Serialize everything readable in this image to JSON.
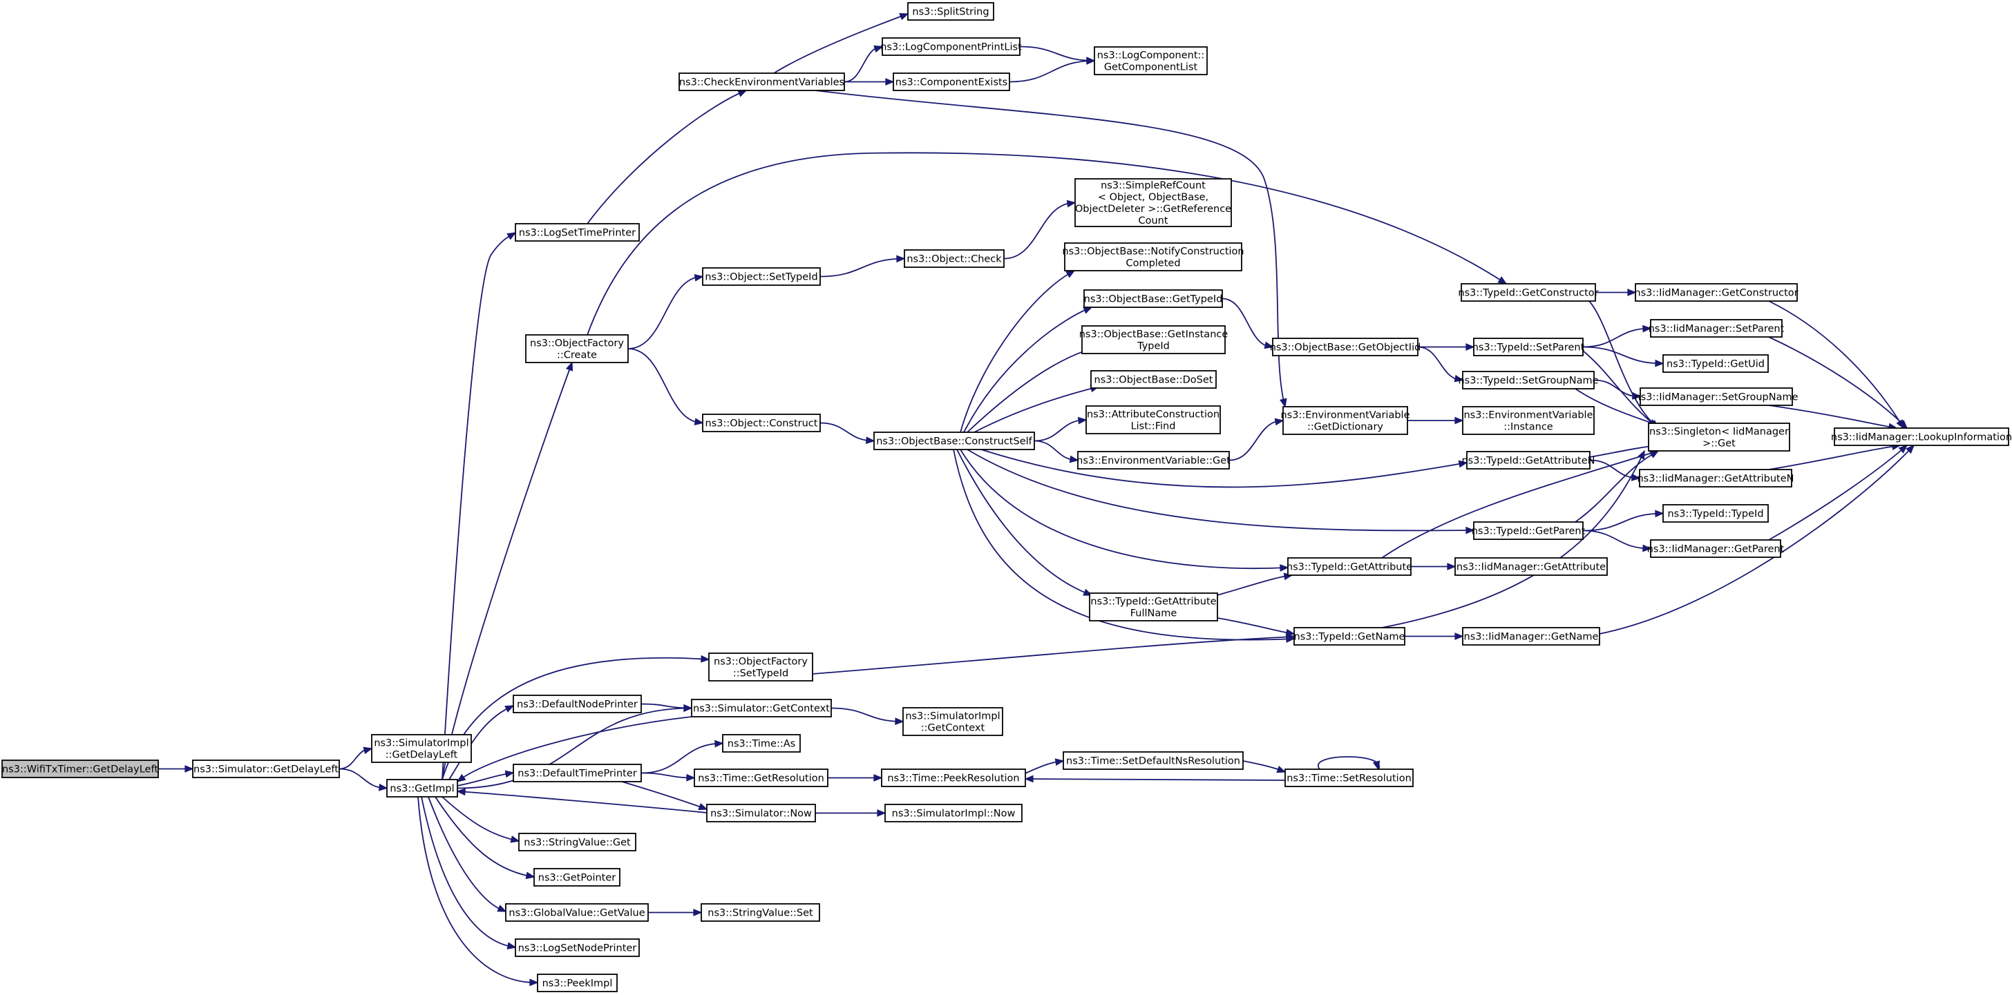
{
  "nodes": [
    {
      "id": "root",
      "lines": [
        "ns3::WifiTxTimer::GetDelayLeft"
      ],
      "root": true
    },
    {
      "id": "simGetDelayLeft",
      "lines": [
        "ns3::Simulator::GetDelayLeft"
      ]
    },
    {
      "id": "simImplGetDelayLeft",
      "lines": [
        "ns3::SimulatorImpl",
        "::GetDelayLeft"
      ]
    },
    {
      "id": "getImpl",
      "lines": [
        "ns3::GetImpl"
      ]
    },
    {
      "id": "logSetTimePrinter",
      "lines": [
        "ns3::LogSetTimePrinter"
      ]
    },
    {
      "id": "checkEnv",
      "lines": [
        "ns3::CheckEnvironmentVariables"
      ]
    },
    {
      "id": "splitString",
      "lines": [
        "ns3::SplitString"
      ]
    },
    {
      "id": "logCompPrintList",
      "lines": [
        "ns3::LogComponentPrintList"
      ]
    },
    {
      "id": "componentExists",
      "lines": [
        "ns3::ComponentExists"
      ]
    },
    {
      "id": "logCompGetList",
      "lines": [
        "ns3::LogComponent::",
        "GetComponentList"
      ]
    },
    {
      "id": "objFactoryCreate",
      "lines": [
        "ns3::ObjectFactory",
        "::Create"
      ]
    },
    {
      "id": "objSetTypeId",
      "lines": [
        "ns3::Object::SetTypeId"
      ]
    },
    {
      "id": "objCheck",
      "lines": [
        "ns3::Object::Check"
      ]
    },
    {
      "id": "simpleRefCount",
      "lines": [
        "ns3::SimpleRefCount",
        "< Object, ObjectBase,",
        " ObjectDeleter >::GetReference",
        "Count"
      ]
    },
    {
      "id": "objConstruct",
      "lines": [
        "ns3::Object::Construct"
      ]
    },
    {
      "id": "constructSelf",
      "lines": [
        "ns3::ObjectBase::ConstructSelf"
      ]
    },
    {
      "id": "notifyConstruction",
      "lines": [
        "ns3::ObjectBase::NotifyConstruction",
        "Completed"
      ]
    },
    {
      "id": "obGetTypeId",
      "lines": [
        "ns3::ObjectBase::GetTypeId"
      ]
    },
    {
      "id": "obGetInstanceTypeId",
      "lines": [
        "ns3::ObjectBase::GetInstance",
        "TypeId"
      ]
    },
    {
      "id": "obDoSet",
      "lines": [
        "ns3::ObjectBase::DoSet"
      ]
    },
    {
      "id": "attrConstrFind",
      "lines": [
        "ns3::AttributeConstruction",
        "List::Find"
      ]
    },
    {
      "id": "envVarGet",
      "lines": [
        "ns3::EnvironmentVariable::Get"
      ]
    },
    {
      "id": "tidGetAttrFullName",
      "lines": [
        "ns3::TypeId::GetAttribute",
        "FullName"
      ]
    },
    {
      "id": "obGetObjectIid",
      "lines": [
        "ns3::ObjectBase::GetObjectIid"
      ]
    },
    {
      "id": "envVarGetDict",
      "lines": [
        "ns3::EnvironmentVariable",
        "::GetDictionary"
      ]
    },
    {
      "id": "envVarInstance",
      "lines": [
        "ns3::EnvironmentVariable",
        "::Instance"
      ]
    },
    {
      "id": "tidGetConstructor",
      "lines": [
        "ns3::TypeId::GetConstructor"
      ]
    },
    {
      "id": "tidSetParent",
      "lines": [
        "ns3::TypeId::SetParent"
      ]
    },
    {
      "id": "tidSetGroupName",
      "lines": [
        "ns3::TypeId::SetGroupName"
      ]
    },
    {
      "id": "tidGetAttributeN",
      "lines": [
        "ns3::TypeId::GetAttributeN"
      ]
    },
    {
      "id": "tidGetParent",
      "lines": [
        "ns3::TypeId::GetParent"
      ]
    },
    {
      "id": "tidGetAttribute",
      "lines": [
        "ns3::TypeId::GetAttribute"
      ]
    },
    {
      "id": "tidGetName",
      "lines": [
        "ns3::TypeId::GetName"
      ]
    },
    {
      "id": "iidGetConstructor",
      "lines": [
        "ns3::IidManager::GetConstructor"
      ]
    },
    {
      "id": "iidSetParent",
      "lines": [
        "ns3::IidManager::SetParent"
      ]
    },
    {
      "id": "tidGetUid",
      "lines": [
        "ns3::TypeId::GetUid"
      ]
    },
    {
      "id": "iidSetGroupName",
      "lines": [
        "ns3::IidManager::SetGroupName"
      ]
    },
    {
      "id": "singletonGet",
      "lines": [
        "ns3::Singleton< IidManager",
        " >::Get"
      ]
    },
    {
      "id": "iidGetAttributeN",
      "lines": [
        "ns3::IidManager::GetAttributeN"
      ]
    },
    {
      "id": "tidTypeId",
      "lines": [
        "ns3::TypeId::TypeId"
      ]
    },
    {
      "id": "iidGetParent",
      "lines": [
        "ns3::IidManager::GetParent"
      ]
    },
    {
      "id": "iidGetAttribute",
      "lines": [
        "ns3::IidManager::GetAttribute"
      ]
    },
    {
      "id": "iidGetName",
      "lines": [
        "ns3::IidManager::GetName"
      ]
    },
    {
      "id": "iidLookup",
      "lines": [
        "ns3::IidManager::LookupInformation"
      ]
    },
    {
      "id": "objFactorySetTypeId",
      "lines": [
        "ns3::ObjectFactory",
        "::SetTypeId"
      ]
    },
    {
      "id": "defaultNodePrinter",
      "lines": [
        "ns3::DefaultNodePrinter"
      ]
    },
    {
      "id": "simGetContext",
      "lines": [
        "ns3::Simulator::GetContext"
      ]
    },
    {
      "id": "simImplGetContext",
      "lines": [
        "ns3::SimulatorImpl",
        "::GetContext"
      ]
    },
    {
      "id": "defaultTimePrinter",
      "lines": [
        "ns3::DefaultTimePrinter"
      ]
    },
    {
      "id": "timeAs",
      "lines": [
        "ns3::Time::As"
      ]
    },
    {
      "id": "timeGetResolution",
      "lines": [
        "ns3::Time::GetResolution"
      ]
    },
    {
      "id": "timePeekResolution",
      "lines": [
        "ns3::Time::PeekResolution"
      ]
    },
    {
      "id": "timeSetDefaultNs",
      "lines": [
        "ns3::Time::SetDefaultNsResolution"
      ]
    },
    {
      "id": "timeSetResolution",
      "lines": [
        "ns3::Time::SetResolution"
      ]
    },
    {
      "id": "simNow",
      "lines": [
        "ns3::Simulator::Now"
      ]
    },
    {
      "id": "simImplNow",
      "lines": [
        "ns3::SimulatorImpl::Now"
      ]
    },
    {
      "id": "stringValueGet",
      "lines": [
        "ns3::StringValue::Get"
      ]
    },
    {
      "id": "getPointer",
      "lines": [
        "ns3::GetPointer"
      ]
    },
    {
      "id": "globalValueGetValue",
      "lines": [
        "ns3::GlobalValue::GetValue"
      ]
    },
    {
      "id": "stringValueSet",
      "lines": [
        "ns3::StringValue::Set"
      ]
    },
    {
      "id": "logSetNodePrinter",
      "lines": [
        "ns3::LogSetNodePrinter"
      ]
    },
    {
      "id": "peekImpl",
      "lines": [
        "ns3::PeekImpl"
      ]
    }
  ],
  "edges": [
    [
      "root",
      "simGetDelayLeft"
    ],
    [
      "simGetDelayLeft",
      "simImplGetDelayLeft"
    ],
    [
      "simGetDelayLeft",
      "getImpl"
    ],
    [
      "getImpl",
      "logSetTimePrinter"
    ],
    [
      "getImpl",
      "objFactoryCreate"
    ],
    [
      "getImpl",
      "objFactorySetTypeId"
    ],
    [
      "getImpl",
      "defaultNodePrinter"
    ],
    [
      "getImpl",
      "simGetContext"
    ],
    [
      "getImpl",
      "defaultTimePrinter"
    ],
    [
      "getImpl",
      "stringValueGet"
    ],
    [
      "getImpl",
      "getPointer"
    ],
    [
      "getImpl",
      "globalValueGetValue"
    ],
    [
      "getImpl",
      "logSetNodePrinter"
    ],
    [
      "getImpl",
      "peekImpl"
    ],
    [
      "logSetTimePrinter",
      "checkEnv"
    ],
    [
      "checkEnv",
      "splitString"
    ],
    [
      "checkEnv",
      "logCompPrintList"
    ],
    [
      "checkEnv",
      "componentExists"
    ],
    [
      "checkEnv",
      "envVarGetDict"
    ],
    [
      "logCompPrintList",
      "logCompGetList"
    ],
    [
      "componentExists",
      "logCompGetList"
    ],
    [
      "objFactoryCreate",
      "objSetTypeId"
    ],
    [
      "objFactoryCreate",
      "objConstruct"
    ],
    [
      "objFactoryCreate",
      "tidGetConstructor"
    ],
    [
      "objSetTypeId",
      "objCheck"
    ],
    [
      "objCheck",
      "simpleRefCount"
    ],
    [
      "objConstruct",
      "constructSelf"
    ],
    [
      "constructSelf",
      "notifyConstruction"
    ],
    [
      "constructSelf",
      "obGetTypeId"
    ],
    [
      "constructSelf",
      "obGetInstanceTypeId"
    ],
    [
      "constructSelf",
      "obDoSet"
    ],
    [
      "constructSelf",
      "attrConstrFind"
    ],
    [
      "constructSelf",
      "envVarGet"
    ],
    [
      "constructSelf",
      "tidGetAttributeN"
    ],
    [
      "constructSelf",
      "tidGetParent"
    ],
    [
      "constructSelf",
      "tidGetAttribute"
    ],
    [
      "constructSelf",
      "tidGetAttrFullName"
    ],
    [
      "constructSelf",
      "tidGetName"
    ],
    [
      "obGetTypeId",
      "obGetObjectIid"
    ],
    [
      "obGetObjectIid",
      "tidSetParent"
    ],
    [
      "obGetObjectIid",
      "tidSetGroupName"
    ],
    [
      "envVarGet",
      "envVarGetDict"
    ],
    [
      "envVarGetDict",
      "envVarInstance"
    ],
    [
      "tidGetAttrFullName",
      "tidGetAttribute"
    ],
    [
      "tidGetAttrFullName",
      "tidGetName"
    ],
    [
      "tidGetConstructor",
      "iidGetConstructor"
    ],
    [
      "tidGetConstructor",
      "singletonGet"
    ],
    [
      "tidSetParent",
      "iidSetParent"
    ],
    [
      "tidSetParent",
      "tidGetUid"
    ],
    [
      "tidSetParent",
      "singletonGet"
    ],
    [
      "tidSetGroupName",
      "iidSetGroupName"
    ],
    [
      "tidSetGroupName",
      "singletonGet"
    ],
    [
      "tidGetAttributeN",
      "iidGetAttributeN"
    ],
    [
      "tidGetAttributeN",
      "singletonGet"
    ],
    [
      "tidGetParent",
      "tidTypeId"
    ],
    [
      "tidGetParent",
      "iidGetParent"
    ],
    [
      "tidGetParent",
      "singletonGet"
    ],
    [
      "tidGetAttribute",
      "iidGetAttribute"
    ],
    [
      "tidGetAttribute",
      "singletonGet"
    ],
    [
      "tidGetName",
      "iidGetName"
    ],
    [
      "tidGetName",
      "singletonGet"
    ],
    [
      "iidGetConstructor",
      "iidLookup"
    ],
    [
      "iidSetParent",
      "iidLookup"
    ],
    [
      "iidSetGroupName",
      "iidLookup"
    ],
    [
      "iidGetAttributeN",
      "iidLookup"
    ],
    [
      "iidGetParent",
      "iidLookup"
    ],
    [
      "iidGetName",
      "iidLookup"
    ],
    [
      "objFactorySetTypeId",
      "tidGetName"
    ],
    [
      "defaultNodePrinter",
      "simGetContext"
    ],
    [
      "simGetContext",
      "simImplGetContext"
    ],
    [
      "simGetContext",
      "getImpl"
    ],
    [
      "defaultTimePrinter",
      "timeAs"
    ],
    [
      "defaultTimePrinter",
      "timeGetResolution"
    ],
    [
      "defaultTimePrinter",
      "simNow"
    ],
    [
      "timeGetResolution",
      "timePeekResolution"
    ],
    [
      "timePeekResolution",
      "timeSetDefaultNs"
    ],
    [
      "timeSetDefaultNs",
      "timeSetResolution"
    ],
    [
      "timeSetResolution",
      "timePeekResolution"
    ],
    [
      "timeSetResolution",
      "timeSetResolution"
    ],
    [
      "simNow",
      "simImplNow"
    ],
    [
      "simNow",
      "getImpl"
    ],
    [
      "globalValueGetValue",
      "stringValueSet"
    ]
  ]
}
